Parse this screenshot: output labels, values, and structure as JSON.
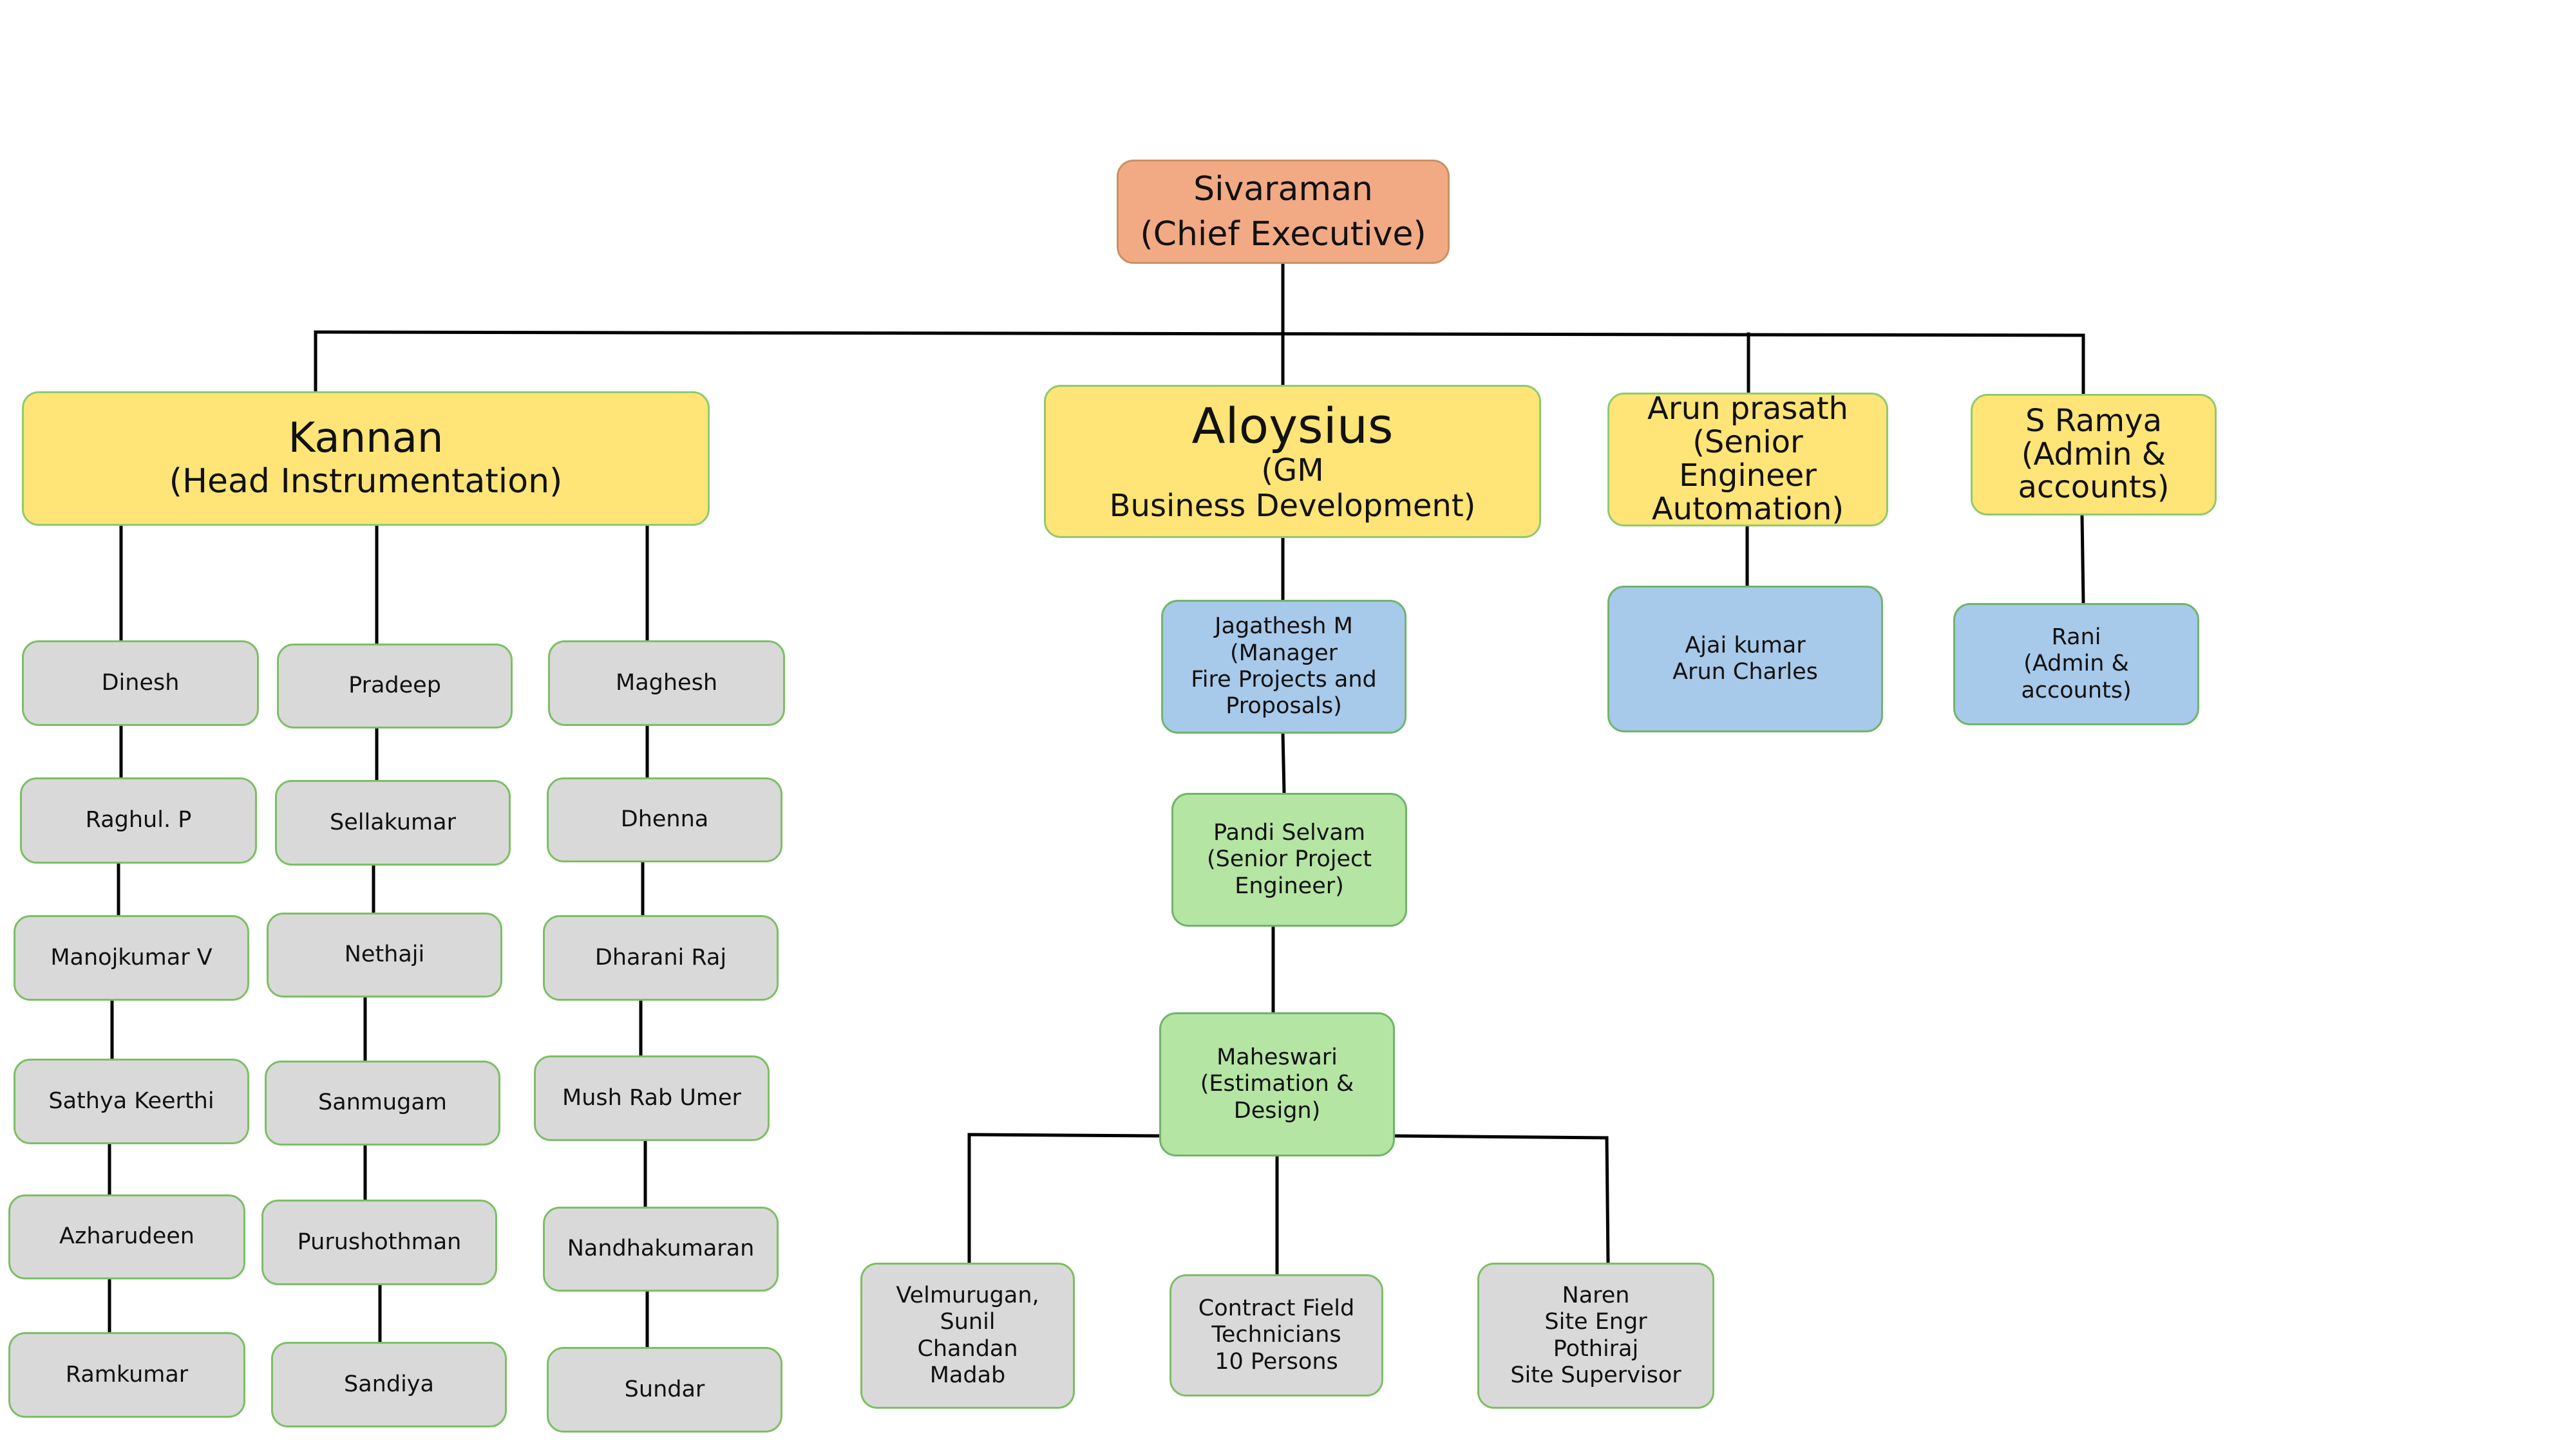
{
  "ceo": {
    "name": "Sivaraman",
    "title": "(Chief Executive)"
  },
  "kannan": {
    "name": "Kannan",
    "title": "(Head Instrumentation)"
  },
  "aloysius": {
    "name": "Aloysius",
    "title": "(GM\nBusiness Development)"
  },
  "arun": {
    "text": "Arun prasath\n(Senior\nEngineer\nAutomation)"
  },
  "ramya": {
    "text": "S Ramya\n(Admin &\naccounts)"
  },
  "jagathesh": {
    "text": "Jagathesh M\n(Manager\nFire Projects and\nProposals)"
  },
  "pandi": {
    "text": "Pandi Selvam\n(Senior Project\nEngineer)"
  },
  "maheswari": {
    "text": "Maheswari\n(Estimation &\nDesign)"
  },
  "ajai": {
    "text": "Ajai kumar\nArun Charles"
  },
  "rani": {
    "text": "Rani\n(Admin &\naccounts)"
  },
  "column1": [
    "Dinesh",
    "Raghul. P",
    "Manojkumar V",
    "Sathya Keerthi",
    "Azharudeen",
    "Ramkumar"
  ],
  "column2": [
    "Pradeep",
    "Sellakumar",
    "Nethaji",
    "Sanmugam",
    "Purushothman",
    "Sandiya"
  ],
  "column3": [
    "Maghesh",
    "Dhenna",
    "Dharani Raj",
    "Mush Rab Umer",
    "Nandhakumaran",
    "Sundar"
  ],
  "site_teams": [
    "Velmurugan,\nSunil\nChandan\nMadab",
    "Contract Field\nTechnicians\n10 Persons",
    "Naren\nSite Engr\nPothiraj\nSite Supervisor"
  ],
  "colors": {
    "ceo_fill": "#f2aa84",
    "head_fill": "#ffe477",
    "manager_fill": "#a7c9ea",
    "engineer_fill": "#b4e5a2",
    "staff_fill": "#d9d9d9",
    "border": "#7cbf63",
    "connector": "#000000"
  }
}
